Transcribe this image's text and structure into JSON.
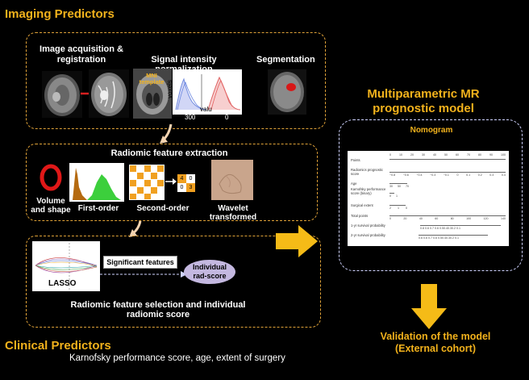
{
  "imaging_predictors": {
    "title": "Imaging Predictors",
    "step1": {
      "acquisition": "Image acquisition &\nregistration",
      "normalization": "Signal intensity normalization",
      "mni_label": "MNI\ntemplate",
      "voxels_label": "voxels",
      "value_label": "valu",
      "tick_300": "300",
      "tick_0": "0",
      "segmentation": "Segmentation"
    },
    "step2": {
      "title": "Radiomic feature extraction",
      "volume": "Volume\nand shape",
      "first_order": "First-order",
      "second_order": "Second-order",
      "wavelet": "Wavelet transformed",
      "matrix_small": [
        "4",
        "0",
        "0",
        "3"
      ]
    },
    "step3": {
      "lasso": "LASSO",
      "significant": "Significant features",
      "individual": "Individual\nrad-score",
      "caption": "Radiomic feature selection and individual\nradiomic score"
    }
  },
  "clinical_predictors": {
    "title": "Clinical Predictors",
    "items": "Karnofsky performance score, age, extent of surgery"
  },
  "model": {
    "title": "Multiparametric MR\nprognostic model",
    "nomogram_title": "Nomogram"
  },
  "validation": {
    "title": "Validation of the model\n(External cohort)"
  },
  "nomogram": {
    "rows": [
      "Points",
      "Radiomics prognostic score",
      "Age",
      "Karnofsky performance score (binary)",
      "Surgical extent",
      "Total points",
      "1-yr survival probability",
      "2-yr survival probability"
    ],
    "points_ticks": [
      "0",
      "10",
      "20",
      "30",
      "40",
      "50",
      "60",
      "70",
      "80",
      "90",
      "100"
    ],
    "rad_ticks": [
      "−0.8",
      "−0.7",
      "−0.6",
      "−0.5",
      "−0.4",
      "−0.3",
      "−0.2",
      "−0.1",
      "0",
      "0.1",
      "0.2",
      "0.3",
      "0.4"
    ],
    "age_ticks": [
      "30",
      "50",
      "70"
    ],
    "kps_ticks": [
      "0",
      "1"
    ],
    "surg_ticks": [
      "2",
      "1",
      "0"
    ],
    "total_ticks": [
      "0",
      "20",
      "40",
      "60",
      "80",
      "100",
      "120",
      "140"
    ],
    "surv1_ticks": "0.8  0.6  0.7 0.6 0.50.40.30.2 0.1",
    "surv2_ticks": "0.6  0.6  0.7 0.6 0.50.40.30.2 0.1"
  },
  "colors": {
    "accent": "#f2b21c",
    "dash_orange": "#e0a238",
    "dash_white": "#cfd3ff",
    "arrow": "#f5bb17",
    "small_arrow": "#f2d3b0"
  }
}
